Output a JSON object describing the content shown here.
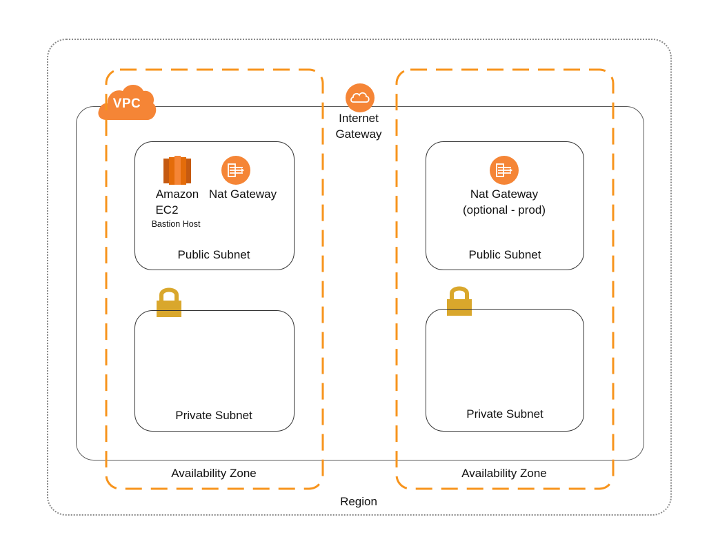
{
  "region": {
    "label": "Region"
  },
  "vpc": {
    "badge": "VPC"
  },
  "internet_gateway": {
    "line1": "Internet",
    "line2": "Gateway",
    "icon": "cloud-icon"
  },
  "zones": [
    {
      "label": "Availability Zone",
      "public_subnet": {
        "label": "Public Subnet",
        "ec2": {
          "line1": "Amazon",
          "line2": "EC2",
          "caption": "Bastion Host",
          "icon": "ec2-icon"
        },
        "nat": {
          "line1": "Nat Gateway",
          "icon": "nat-gateway-icon"
        }
      },
      "private_subnet": {
        "label": "Private Subnet",
        "icon": "lock-icon"
      }
    },
    {
      "label": "Availability Zone",
      "public_subnet": {
        "label": "Public Subnet",
        "nat": {
          "line1": "Nat Gateway",
          "line2": "(optional - prod)",
          "icon": "nat-gateway-icon"
        }
      },
      "private_subnet": {
        "label": "Private Subnet",
        "icon": "lock-icon"
      }
    }
  ],
  "colors": {
    "orange": "#F7941D",
    "aws_orange": "#F58536",
    "lock_gold": "#D9A72C",
    "border": "#333333"
  }
}
